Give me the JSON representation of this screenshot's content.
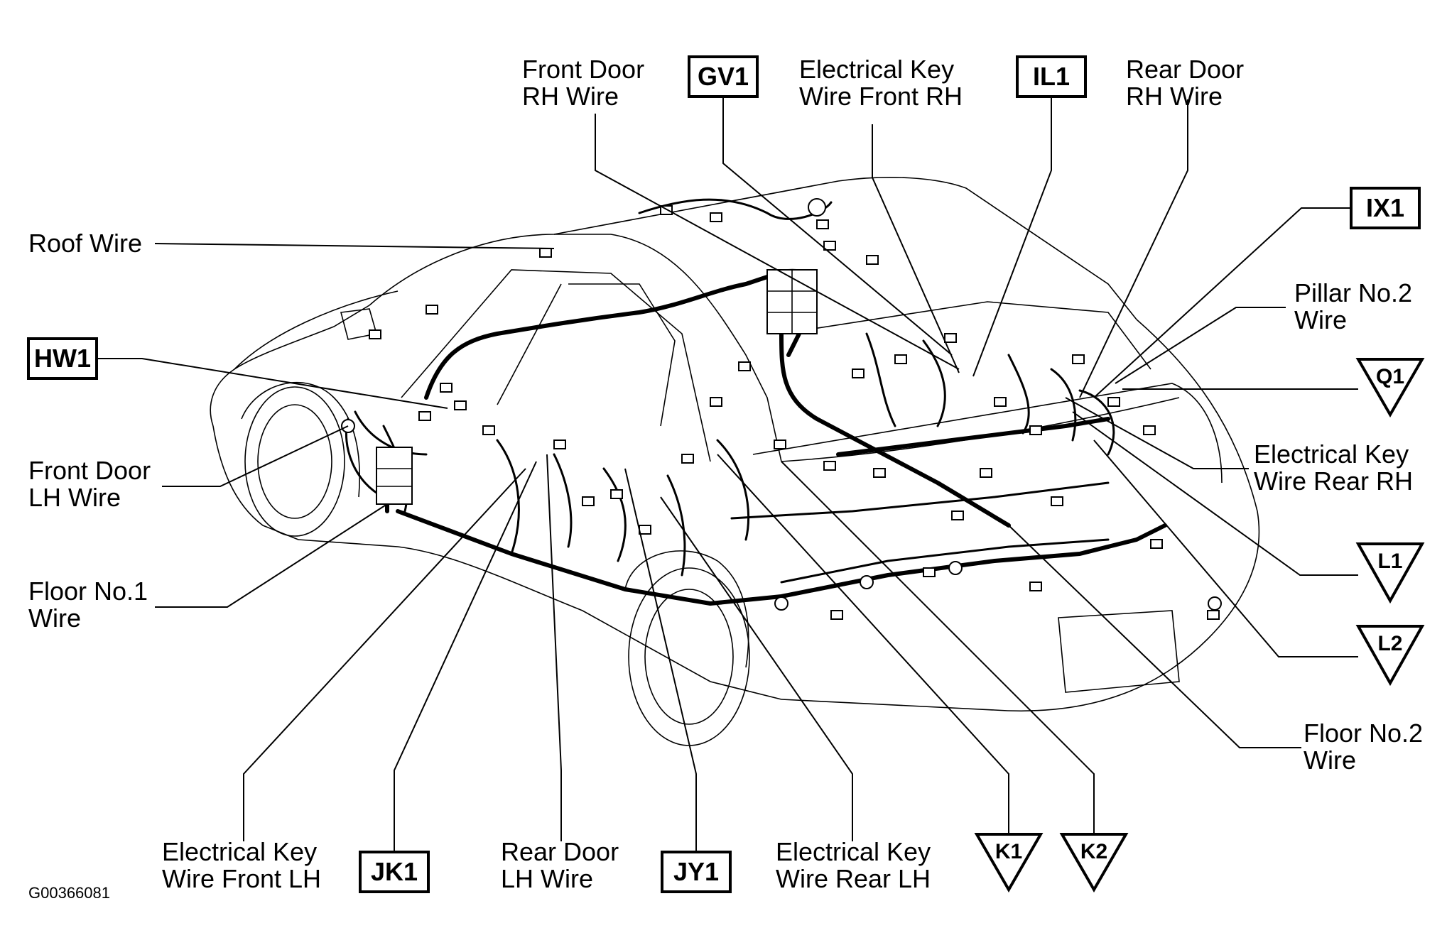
{
  "diagram": {
    "drawing_code": "G00366081",
    "wire_labels": {
      "front_door_rh": [
        "Front Door",
        "RH Wire"
      ],
      "electrical_key_front_rh": [
        "Electrical Key",
        "Wire Front RH"
      ],
      "rear_door_rh": [
        "Rear Door",
        "RH Wire"
      ],
      "roof": [
        "Roof Wire"
      ],
      "pillar_no2": [
        "Pillar No.2",
        "Wire"
      ],
      "electrical_key_rear_rh": [
        "Electrical Key",
        "Wire Rear RH"
      ],
      "front_door_lh": [
        "Front Door",
        "LH Wire"
      ],
      "floor_no1": [
        "Floor No.1",
        "Wire"
      ],
      "floor_no2": [
        "Floor No.2",
        "Wire"
      ],
      "electrical_key_front_lh": [
        "Electrical Key",
        "Wire Front LH"
      ],
      "rear_door_lh": [
        "Rear Door",
        "LH Wire"
      ],
      "electrical_key_rear_lh": [
        "Electrical Key",
        "Wire Rear LH"
      ]
    },
    "box_connectors": {
      "gv1": "GV1",
      "il1": "IL1",
      "ix1": "IX1",
      "hw1": "HW1",
      "jk1": "JK1",
      "jy1": "JY1"
    },
    "triangle_connectors": {
      "q1": "Q1",
      "l1": "L1",
      "l2": "L2",
      "k1": "K1",
      "k2": "K2"
    }
  }
}
